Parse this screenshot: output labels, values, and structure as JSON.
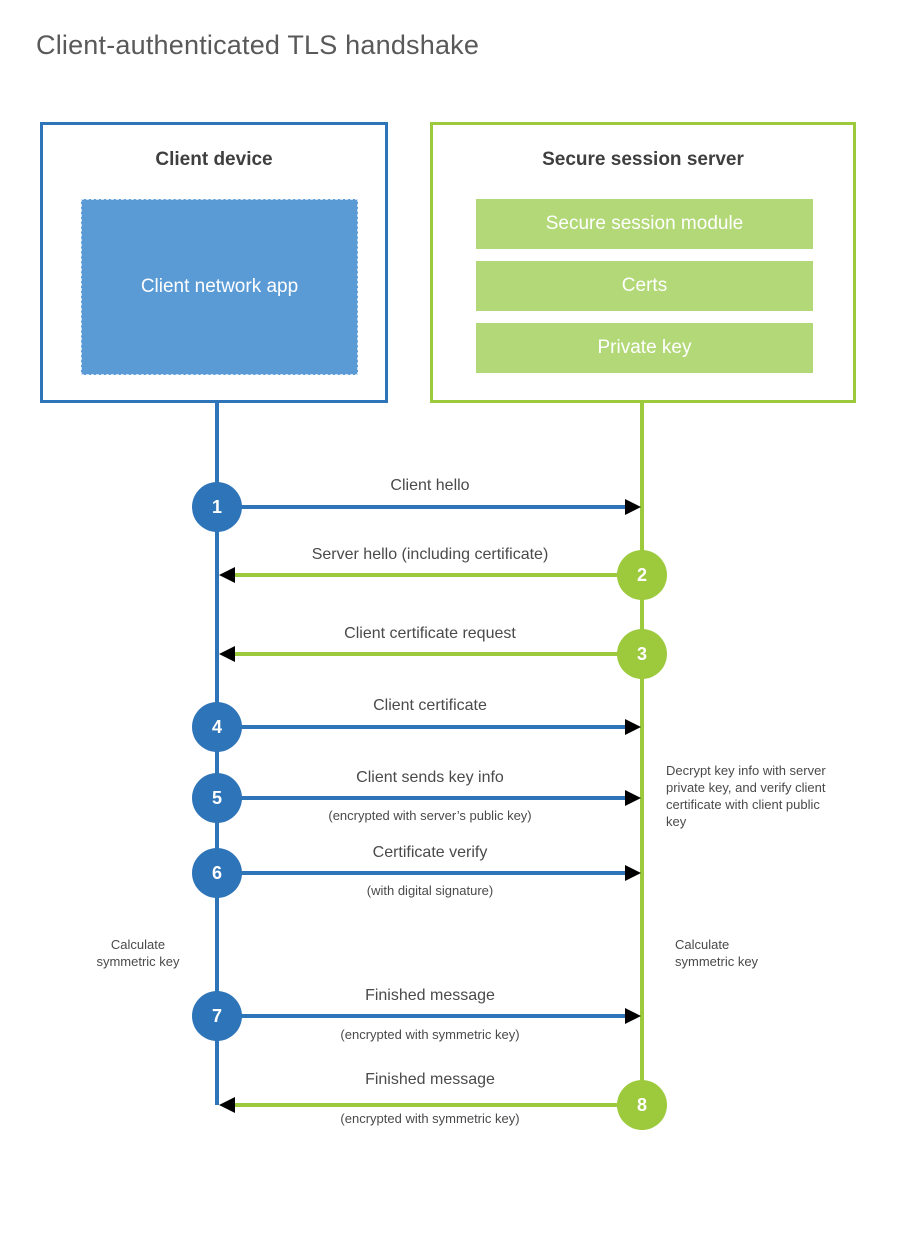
{
  "title": "Client-authenticated TLS handshake",
  "colors": {
    "blue": "#2e74b8",
    "blue_fill": "#5b9bd5",
    "green": "#9cca3c",
    "green_fill": "#b2d877",
    "heading_color": "#3f3f3f",
    "text_color": "#4a4a4a",
    "title_color": "#595959"
  },
  "client_box": {
    "title": "Client device",
    "module": "Client network app"
  },
  "server_box": {
    "title": "Secure session server",
    "modules": [
      "Secure session module",
      "Certs",
      "Private key"
    ]
  },
  "steps": [
    {
      "number": "1",
      "label": "Client hello",
      "sublabel": "",
      "direction": "right",
      "color": "blue"
    },
    {
      "number": "2",
      "label": "Server hello (including certificate)",
      "sublabel": "",
      "direction": "left",
      "color": "green"
    },
    {
      "number": "3",
      "label": "Client certificate request",
      "sublabel": "",
      "direction": "left",
      "color": "green"
    },
    {
      "number": "4",
      "label": "Client certificate",
      "sublabel": "",
      "direction": "right",
      "color": "blue"
    },
    {
      "number": "5",
      "label": "Client sends key info",
      "sublabel": "(encrypted with server’s public key)",
      "direction": "right",
      "color": "blue"
    },
    {
      "number": "6",
      "label": "Certificate verify",
      "sublabel": "(with digital signature)",
      "direction": "right",
      "color": "blue"
    },
    {
      "number": "7",
      "label": "Finished message",
      "sublabel": "(encrypted with symmetric key)",
      "direction": "right",
      "color": "blue"
    },
    {
      "number": "8",
      "label": "Finished message",
      "sublabel": "(encrypted with symmetric key)",
      "direction": "left",
      "color": "green"
    }
  ],
  "notes": {
    "decrypt": "Decrypt key info with server private key, and verify client certificate with client public key",
    "calc_left": "Calculate symmetric key",
    "calc_right": "Calculate symmetric key"
  }
}
